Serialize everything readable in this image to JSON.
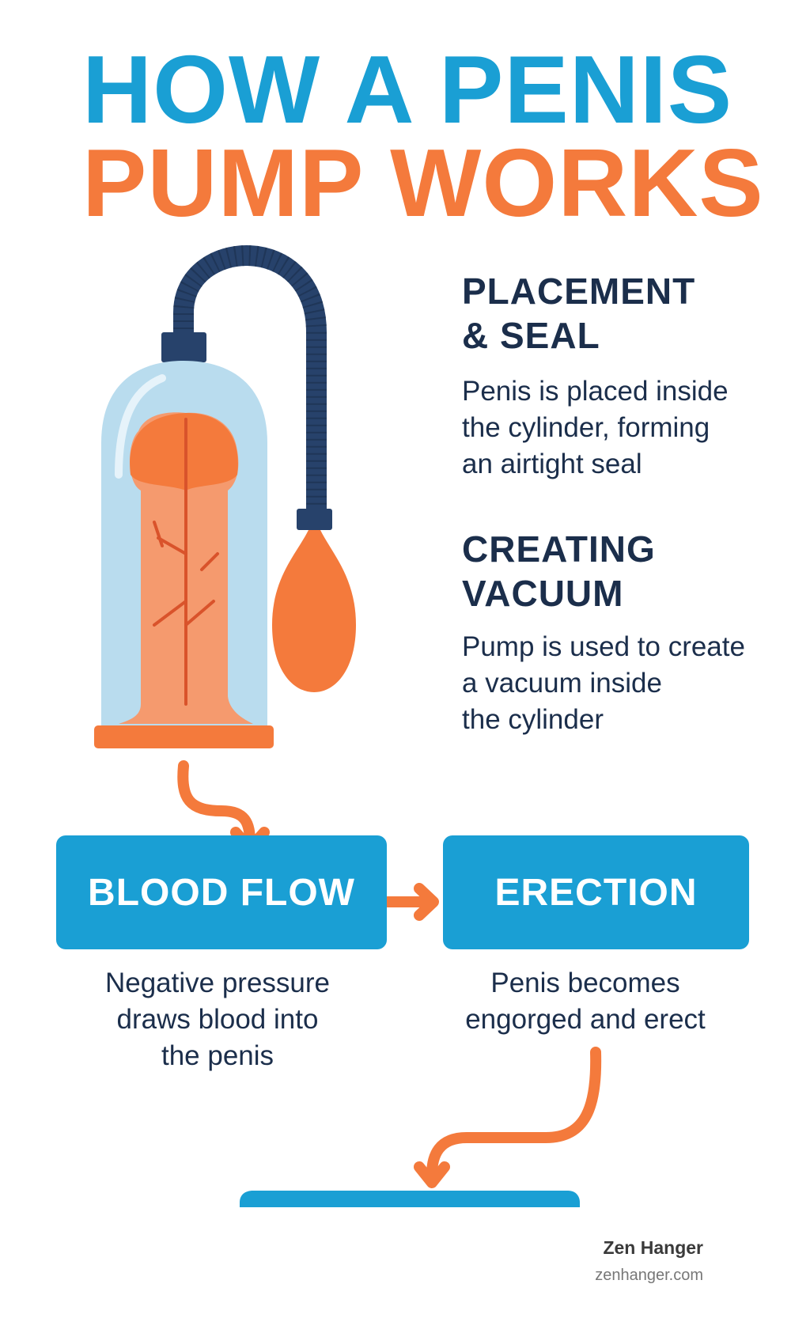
{
  "title": {
    "line1": "HOW A PENIS",
    "line2": "PUMP WORKS"
  },
  "steps": [
    {
      "heading_line1": "PLACEMENT",
      "heading_line2": "& SEAL",
      "text": [
        "Penis is placed inside",
        "the cylinder, forming",
        "an airtight seal"
      ]
    },
    {
      "heading_line1": "CREATING",
      "heading_line2": "VACUUM",
      "text": [
        "Pump is used to create",
        "a vacuum inside",
        "the cylinder"
      ]
    }
  ],
  "boxes": [
    {
      "label": "BLOOD FLOW",
      "text": [
        "Negative pressure",
        "draws blood into",
        "the penis"
      ]
    },
    {
      "label": "ERECTION",
      "text": [
        "Penis becomes",
        "engorged and erect"
      ]
    }
  ],
  "footer": {
    "brand": "Zen Hanger",
    "url": "zenhanger.com"
  },
  "colors": {
    "blue": "#1a9fd4",
    "orange": "#f47a3c",
    "navy": "#1b2e4b",
    "hose": "#27426b"
  }
}
